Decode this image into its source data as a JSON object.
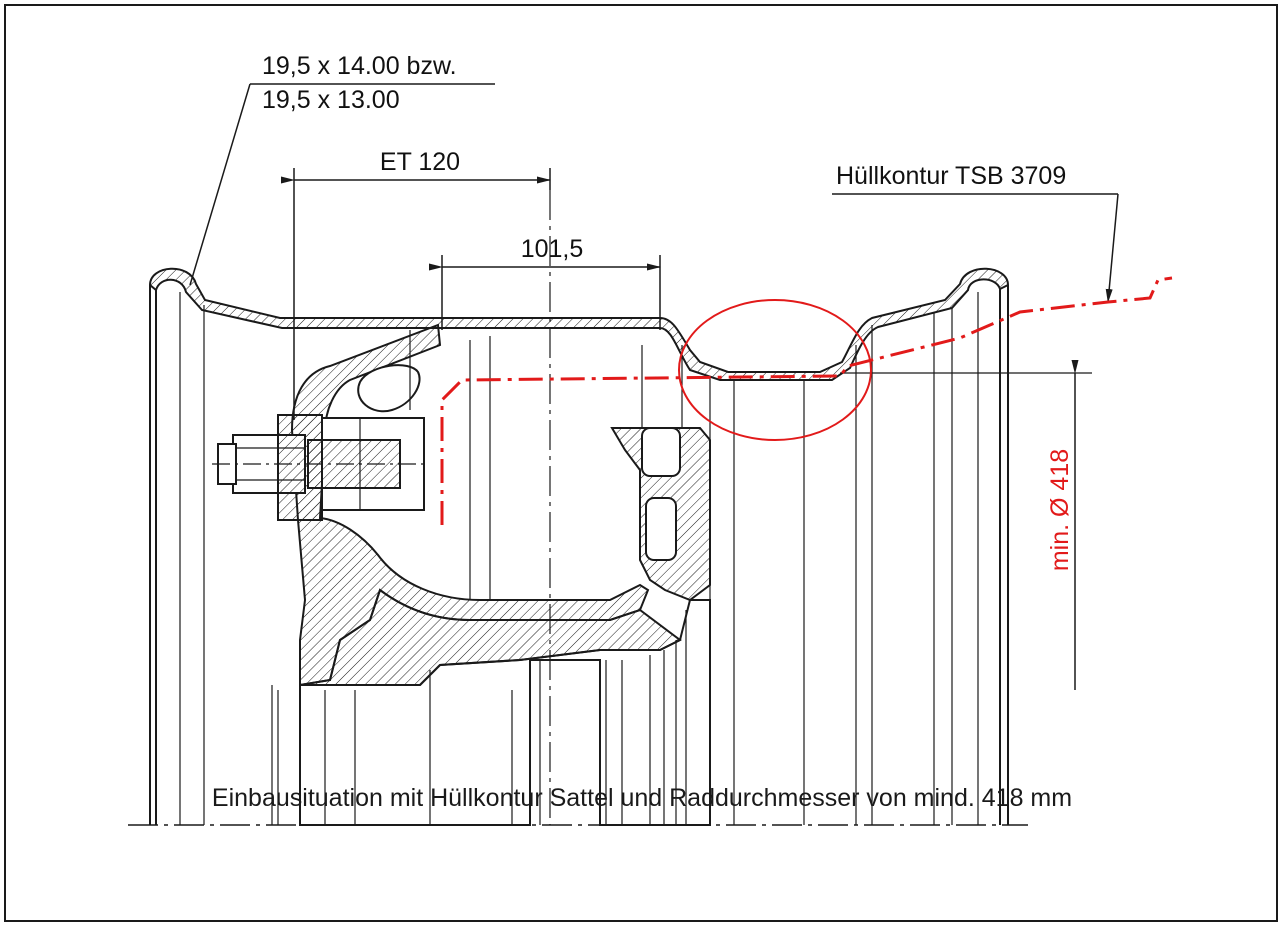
{
  "labels": {
    "rim_size_line1": "19,5 x 14.00 bzw.",
    "rim_size_line2": "19,5 x 13.00",
    "offset": "ET 120",
    "dimension_inner": "101,5",
    "envelope_contour": "Hüllkontur TSB 3709",
    "min_diameter": "min. Ø 418"
  },
  "caption": "Einbausituation mit Hüllkontur Sattel und Raddurchmesser von mind. 418 mm",
  "colors": {
    "line": "#1a1a1a",
    "accent_red": "#e21a1a",
    "background": "#ffffff"
  }
}
